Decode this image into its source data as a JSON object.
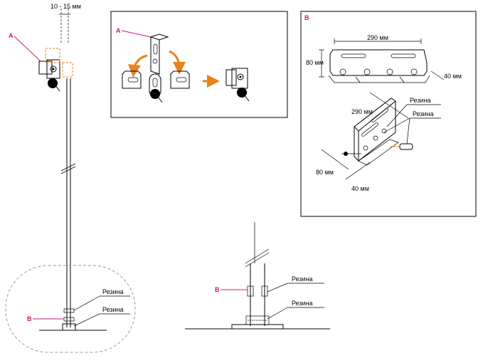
{
  "labels": {
    "gap": "10 - 15 мм",
    "a_main": "A",
    "a_inset": "A",
    "b_inset": "B",
    "b_main": "B",
    "b_right": "B",
    "rubber_1": "Резина",
    "rubber_2": "Резина",
    "rubber_3": "Резина",
    "rubber_4": "Резина",
    "rubber_5": "Резина",
    "rubber_6": "Резина",
    "dim_290_top": "290 мм",
    "dim_80_top": "80 мм",
    "dim_40_top": "40 мм",
    "dim_290_iso": "290 мм",
    "dim_80_iso": "80 мм",
    "dim_40_iso": "40 мм"
  },
  "colors": {
    "accent": "#d4147a",
    "arrow": "#e8821e",
    "dashed_box": "#e8821e"
  }
}
